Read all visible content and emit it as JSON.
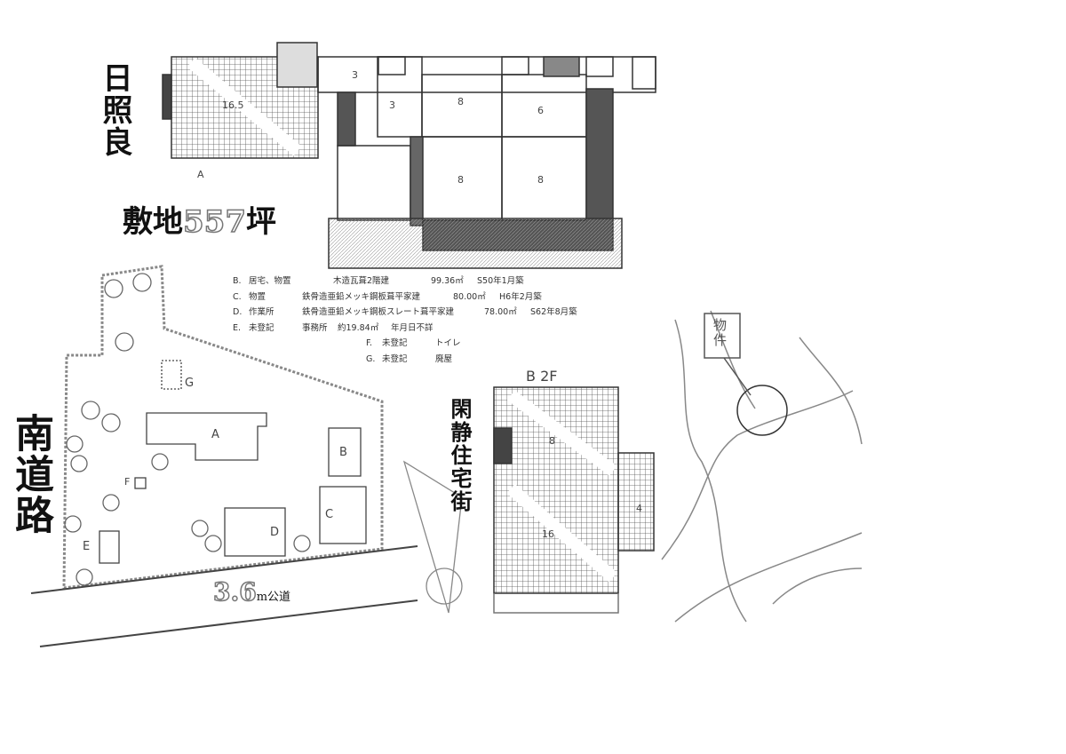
{
  "headings": {
    "sunlight": "日照良",
    "site_area_prefix": "敷地",
    "site_area_value": "557",
    "site_area_unit": "坪",
    "south_road": "南道路",
    "quiet_area": "閑静住宅街",
    "road_width": "3.6",
    "road_label": "m公道"
  },
  "floor_plan_1f": {
    "rooms": [
      "16.5",
      "3",
      "3",
      "8",
      "6",
      "8",
      "8"
    ],
    "building_label": "A"
  },
  "floor_plan_2f": {
    "title": "B 2F",
    "rooms": [
      "8",
      "16",
      "4"
    ]
  },
  "site_plan": {
    "buildings": [
      "A",
      "B",
      "C",
      "D",
      "E",
      "F",
      "G"
    ]
  },
  "legend": [
    {
      "id": "B.",
      "use": "居宅、物置",
      "structure": "木造瓦葺2階建",
      "area": "99.36㎡",
      "built": "S50年1月築"
    },
    {
      "id": "C.",
      "use": "物置",
      "structure": "鉄骨造亜鉛メッキ鋼板葺平家建",
      "area": "80.00㎡",
      "built": "H6年2月築"
    },
    {
      "id": "D.",
      "use": "作業所",
      "structure": "鉄骨造亜鉛メッキ鋼板スレート葺平家建",
      "area": "78.00㎡",
      "built": "S62年8月築"
    },
    {
      "id": "E.",
      "use": "未登記",
      "structure": "事務所",
      "area": "約19.84㎡",
      "built": "年月日不詳"
    },
    {
      "id": "F.",
      "use": "未登記",
      "structure": "トイレ",
      "area": "",
      "built": ""
    },
    {
      "id": "G.",
      "use": "未登記",
      "structure": "廃屋",
      "area": "",
      "built": ""
    }
  ],
  "map": {
    "property_marker": "物件"
  }
}
